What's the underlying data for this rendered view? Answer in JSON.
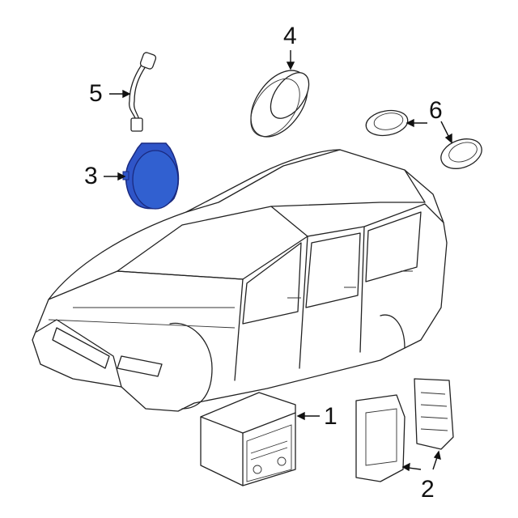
{
  "diagram": {
    "callouts": [
      {
        "number": "1",
        "part": "radio-unit"
      },
      {
        "number": "2",
        "part": "control-module-bracket"
      },
      {
        "number": "3",
        "part": "speaker-highlighted"
      },
      {
        "number": "4",
        "part": "speaker-door"
      },
      {
        "number": "5",
        "part": "wire-harness"
      },
      {
        "number": "6",
        "part": "tweeter-speakers"
      }
    ],
    "colors": {
      "highlight": "#2f55c8",
      "line": "#222222",
      "background": "#ffffff"
    }
  }
}
